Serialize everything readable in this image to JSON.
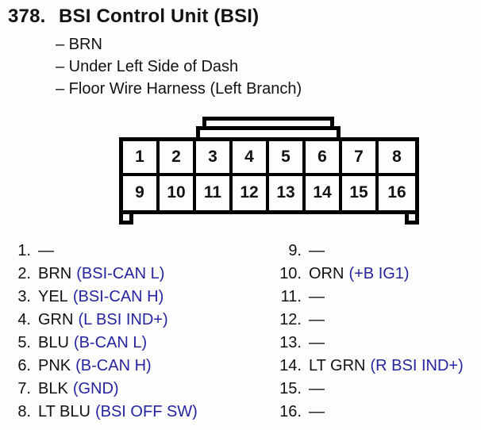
{
  "header": {
    "index": "378.",
    "title": "BSI Control Unit (BSI)",
    "details": [
      "– BRN",
      "– Under Left Side of Dash",
      "– Floor Wire Harness (Left Branch)"
    ]
  },
  "connector": {
    "top_row": [
      "1",
      "2",
      "3",
      "4",
      "5",
      "6",
      "7",
      "8"
    ],
    "bottom_row": [
      "9",
      "10",
      "11",
      "12",
      "13",
      "14",
      "15",
      "16"
    ]
  },
  "pin_list": {
    "left": [
      {
        "num": "1.",
        "wire": "—",
        "signal": ""
      },
      {
        "num": "2.",
        "wire": "BRN",
        "signal": "(BSI-CAN L)"
      },
      {
        "num": "3.",
        "wire": "YEL",
        "signal": "(BSI-CAN H)"
      },
      {
        "num": "4.",
        "wire": "GRN",
        "signal": "(L BSI IND+)"
      },
      {
        "num": "5.",
        "wire": "BLU",
        "signal": "(B-CAN L)"
      },
      {
        "num": "6.",
        "wire": "PNK",
        "signal": "(B-CAN H)"
      },
      {
        "num": "7.",
        "wire": "BLK",
        "signal": "(GND)"
      },
      {
        "num": "8.",
        "wire": "LT BLU",
        "signal": "(BSI OFF SW)"
      }
    ],
    "right": [
      {
        "num": "9.",
        "wire": "—",
        "signal": ""
      },
      {
        "num": "10.",
        "wire": "ORN",
        "signal": "(+B IG1)"
      },
      {
        "num": "11.",
        "wire": "—",
        "signal": ""
      },
      {
        "num": "12.",
        "wire": "—",
        "signal": ""
      },
      {
        "num": "13.",
        "wire": "—",
        "signal": ""
      },
      {
        "num": "14.",
        "wire": "LT GRN",
        "signal": "(R BSI IND+)"
      },
      {
        "num": "15.",
        "wire": "—",
        "signal": ""
      },
      {
        "num": "16.",
        "wire": "—",
        "signal": ""
      }
    ]
  },
  "colors": {
    "signal_text": "#2525a0",
    "body_text": "#121212",
    "line": "#000000"
  }
}
